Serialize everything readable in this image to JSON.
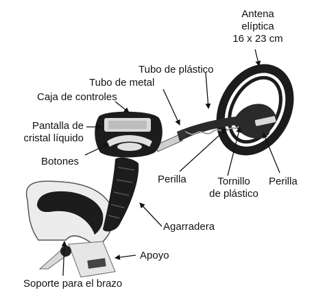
{
  "labels": {
    "antena_line1": "Antena",
    "antena_line2": "elíptica",
    "antena_line3": "16 x 23 cm",
    "tubo_plastico": "Tubo de plástico",
    "tubo_metal": "Tubo de metal",
    "caja_controles": "Caja de controles",
    "pantalla_line1": "Pantalla de",
    "pantalla_line2": "cristal líquido",
    "botones": "Botones",
    "perilla_left": "Perilla",
    "tornillo_line1": "Tornillo",
    "tornillo_line2": "de plástico",
    "perilla_right": "Perilla",
    "agarradera": "Agarradera",
    "apoyo": "Apoyo",
    "soporte": "Soporte para el brazo"
  },
  "colors": {
    "ink": "#111111",
    "dark": "#1c1c1c",
    "mid": "#6a6a6a",
    "light": "#d9d9d9"
  }
}
